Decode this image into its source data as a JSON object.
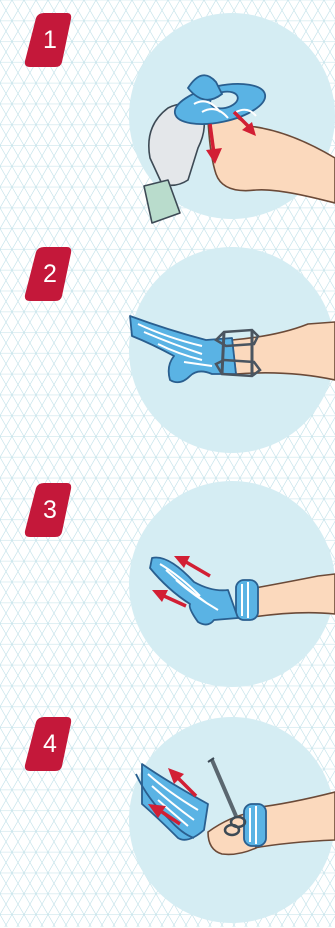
{
  "colors": {
    "badge": "#c4183a",
    "circle": "#d5edf3",
    "sock": "#5ab3e4",
    "sock_stripe": "#ffffff",
    "sock_outline": "#2a5f8f",
    "skin": "#fbd9bd",
    "skin_outline": "#6b4a38",
    "arrow": "#d21f34",
    "glove": "#e4e7ea",
    "pattern_line": "#bfe0e8"
  },
  "steps": [
    {
      "number": "1",
      "illustration": "applicator-over-foot"
    },
    {
      "number": "2",
      "illustration": "sock-pulled-past-ankle"
    },
    {
      "number": "3",
      "illustration": "sock-cuff-rolled-back"
    },
    {
      "number": "4",
      "illustration": "cutting-sock-with-scissors"
    }
  ]
}
